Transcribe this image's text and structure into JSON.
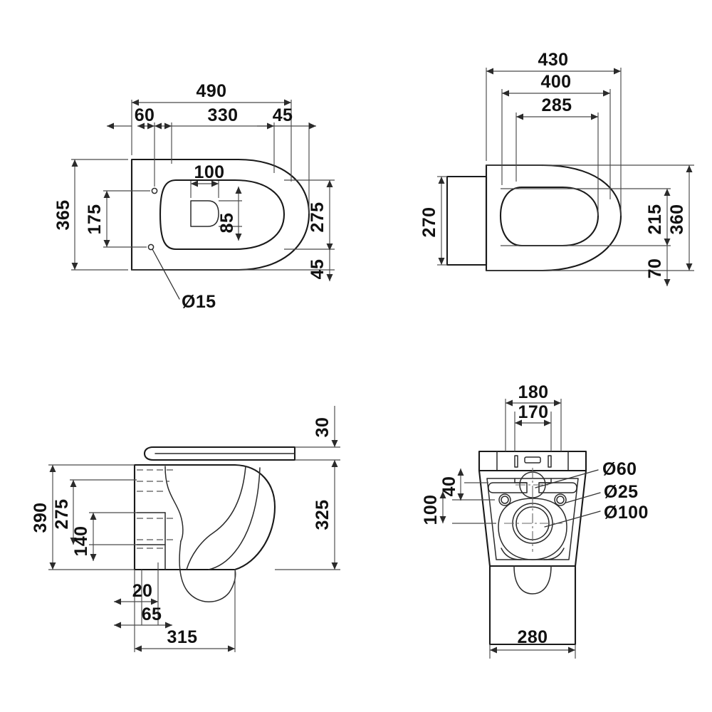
{
  "document": {
    "type": "engineering-dimension-drawing",
    "subject": "Wall-hung toilet pan with seat",
    "units": "mm",
    "background_color": "#ffffff",
    "line_color": "#1a1a1a",
    "text_color": "#111111"
  },
  "views": {
    "top_left": {
      "name": "plan-view-seat",
      "dimensions": {
        "overall_width": "490",
        "offset_left": "60",
        "seat_width": "330",
        "offset_right": "45",
        "overall_depth": "365",
        "hole_spacing": "175",
        "aperture_width": "100",
        "aperture_height": "85",
        "seat_depth": "275",
        "rear_offset": "45",
        "hole_diameter": "Ø15"
      }
    },
    "top_right": {
      "name": "plan-view-pan",
      "dimensions": {
        "overall_length": "430",
        "inner_length": "400",
        "bowl_length": "285",
        "rear_height": "270",
        "bowl_width": "215",
        "bottom_offset": "70",
        "overall_width": "360"
      }
    },
    "bottom_left": {
      "name": "side-elevation",
      "dimensions": {
        "seat_thickness": "30",
        "total_height": "390",
        "bowl_height": "275",
        "lower_height": "140",
        "pan_height": "325",
        "front_offset": "20",
        "bracket_offset": "65",
        "projection": "315"
      }
    },
    "bottom_right": {
      "name": "rear-elevation",
      "dimensions": {
        "outer_bolt_spacing": "180",
        "inner_slot_spacing": "170",
        "flush_inlet": "Ø60",
        "fixing_hole": "Ø25",
        "waste_outlet": "Ø100",
        "vertical_offset_large": "100",
        "vertical_offset_small": "40",
        "base_width": "280"
      }
    }
  },
  "labels": {
    "d490": "490",
    "d60": "60",
    "d330": "330",
    "d45a": "45",
    "d365": "365",
    "d175": "175",
    "d100a": "100",
    "d85": "85",
    "d275a": "275",
    "d45b": "45",
    "dia15": "Ø15",
    "d430": "430",
    "d400": "400",
    "d285": "285",
    "d270": "270",
    "d215": "215",
    "d360": "360",
    "d70": "70",
    "d30": "30",
    "d390": "390",
    "d275b": "275",
    "d140": "140",
    "d325": "325",
    "d20": "20",
    "d65": "65",
    "d315": "315",
    "d180": "180",
    "d170": "170",
    "dia60": "Ø60",
    "dia25": "Ø25",
    "dia100": "Ø100",
    "d100b": "100",
    "d40": "40",
    "d280": "280"
  }
}
